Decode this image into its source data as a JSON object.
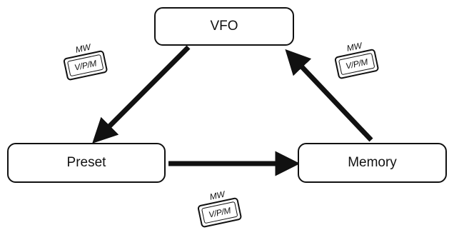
{
  "diagram": {
    "nodes": {
      "vfo": "VFO",
      "preset": "Preset",
      "memory": "Memory"
    },
    "keys": {
      "left": {
        "caption": "MW",
        "label": "V/P/M"
      },
      "right": {
        "caption": "MW",
        "label": "V/P/M"
      },
      "bottom": {
        "caption": "MW",
        "label": "V/P/M"
      }
    },
    "colors": {
      "stroke": "#111111",
      "background": "#ffffff"
    }
  }
}
